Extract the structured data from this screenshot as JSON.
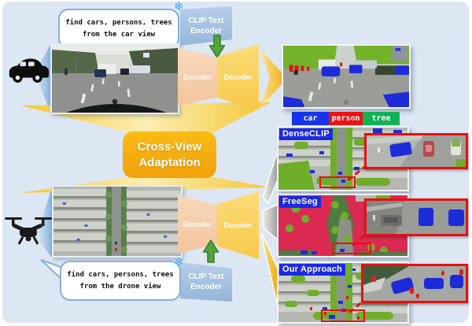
{
  "figure": {
    "title_semantic": "cross-view adaptation overview diagram",
    "car_branch": {
      "prompt_line1": "find cars, persons, trees",
      "prompt_line2": "from the car view",
      "clip_label": "CLIP Text Encoder",
      "encoder_label": "Encoder",
      "decoder_label": "Decoder"
    },
    "drone_branch": {
      "prompt_line1": "find cars, persons, trees",
      "prompt_line2": "from the drone view",
      "clip_label": "CLIP Text Encoder",
      "encoder_label": "Encoder",
      "decoder_label": "Decoder"
    },
    "adaptation": {
      "line1": "Cross-View",
      "line2": "Adaptation"
    },
    "legend": {
      "items": [
        {
          "label": "car",
          "color": "#1733ee"
        },
        {
          "label": "person",
          "color": "#ee1111"
        },
        {
          "label": "tree",
          "color": "#10b253"
        }
      ]
    },
    "results": [
      {
        "label": "DenseCLIP"
      },
      {
        "label": "FreeSeg"
      },
      {
        "label": "Our Approach"
      }
    ],
    "icons": {
      "car": "car-icon",
      "drone": "drone-icon",
      "snowflake_glyph": "❄",
      "snowflake": "snowflake-icon",
      "arrow_down": "green-arrow-down-icon",
      "arrow_up": "green-arrow-up-icon"
    },
    "colors": {
      "panel_bg": "#dde7f3",
      "funnel_yellow": "#f5c83c",
      "adaptation_orange": "#f3ad10",
      "clip_block_blue": "#a9c5e3",
      "encoder_peach": "#f6cfa9",
      "decoder_yellow": "#fbd469",
      "arrow_green": "#55a33c",
      "highlight_red": "#e81010",
      "seg_car_blue": "#1c2cd9",
      "seg_person_red": "#e51616",
      "seg_tree_green": "#6fae2b"
    }
  }
}
